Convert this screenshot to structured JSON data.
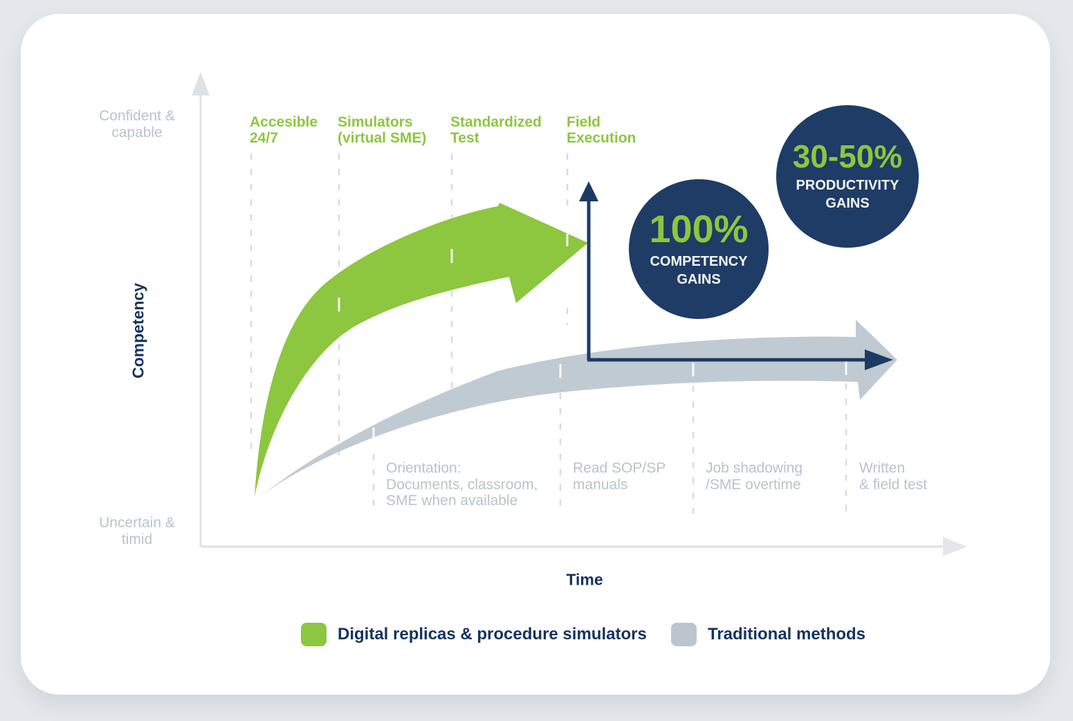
{
  "page": {
    "background": "#e4e8ec",
    "card_background": "#ffffff"
  },
  "colors": {
    "green": "#8dc63f",
    "navy_arrow": "#1d3a64",
    "navy_text": "#15325e",
    "gray_arrow": "#c0cad2",
    "gray_label": "#b9c3cc",
    "axis_gray": "#dde2e7",
    "callout_circle": "#1e3c66"
  },
  "y_axis": {
    "title": "Competency",
    "top_label": "Confident &\ncapable",
    "bottom_label": "Uncertain &\ntimid"
  },
  "x_axis": {
    "title": "Time"
  },
  "digital_milestones": [
    {
      "label": "Accesible\n24/7"
    },
    {
      "label": "Simulators\n(virtual SME)"
    },
    {
      "label": "Standardized\nTest"
    },
    {
      "label": "Field\nExecution"
    }
  ],
  "traditional_milestones": [
    {
      "label": "Orientation:\nDocuments, classroom,\nSME when available"
    },
    {
      "label": "Read SOP/SP\nmanuals"
    },
    {
      "label": "Job shadowing\n/SME overtime"
    },
    {
      "label": "Written\n& field test"
    }
  ],
  "callouts": [
    {
      "value": "100%",
      "caption": "COMPETENCY\nGAINS"
    },
    {
      "value": "30-50%",
      "caption": "PRODUCTIVITY\nGAINS"
    }
  ],
  "legend": [
    {
      "label": "Digital replicas & procedure simulators",
      "swatch_color": "#8dc63f"
    },
    {
      "label": "Traditional methods",
      "swatch_color": "#bcc5cd"
    }
  ]
}
